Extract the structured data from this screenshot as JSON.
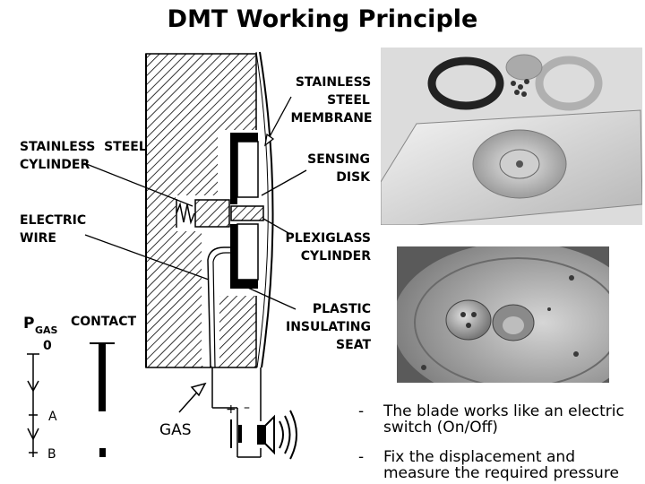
{
  "title": "DMT Working Principle",
  "labels": {
    "membrane": [
      "STAINLESS",
      "STEEL",
      "MEMBRANE"
    ],
    "cylinder": [
      "STAINLESS  STEEL",
      "CYLINDER"
    ],
    "sensing_disk": [
      "SENSING",
      "DISK"
    ],
    "electric_wire": [
      "ELECTRIC",
      "WIRE"
    ],
    "plexiglass": [
      "PLEXIGLASS",
      "CYLINDER"
    ],
    "insulating_seat": [
      "PLASTIC",
      "INSULATING",
      "SEAT"
    ],
    "pgas": "P",
    "pgas_sub": "GAS",
    "contact": "CONTACT",
    "zero": "0",
    "point_a": "A",
    "point_b": "B",
    "gas": "GAS",
    "plus": "+",
    "minus": "–"
  },
  "bullets": [
    {
      "dash": "-",
      "text": "The blade works like an electric switch (On/Off)"
    },
    {
      "dash": "-",
      "text": "Fix the displacement and measure the required pressure"
    }
  ]
}
